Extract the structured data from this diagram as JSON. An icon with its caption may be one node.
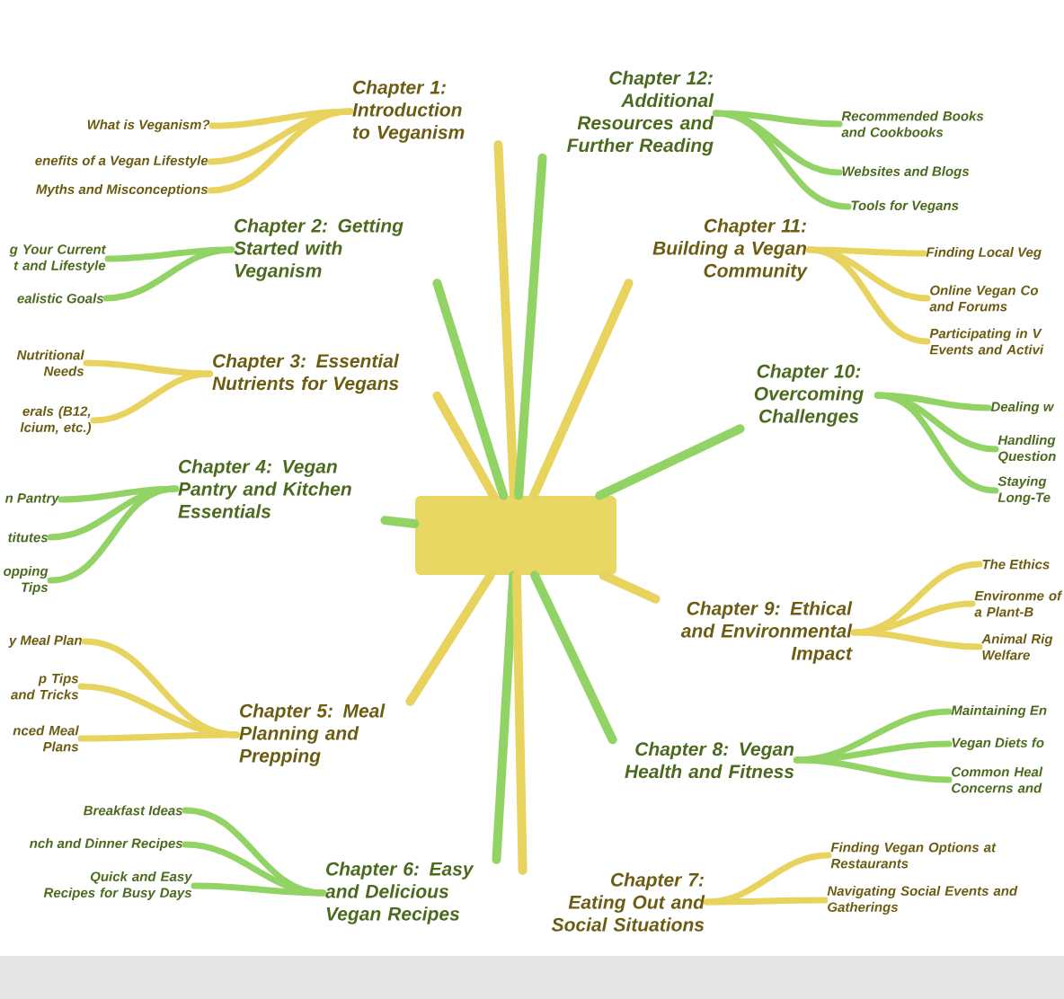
{
  "diagram": {
    "nodes": [
      {
        "text": [],
        "shape": "box"
      },
      {
        "text": [
          "Chapter 1: Introduction to Veganism"
        ]
      },
      {
        "text": [
          "What is Veganism?"
        ]
      },
      {
        "text": [
          "enefits of a Vegan Lifestyle"
        ]
      },
      {
        "text": [
          "Myths and Misconceptions"
        ]
      },
      {
        "text": [
          "Chapter 2: Getting Started with Veganism"
        ]
      },
      {
        "text": [
          "g Your Current t and Lifestyle"
        ]
      },
      {
        "text": [
          "ealistic Goals"
        ]
      },
      {
        "text": [
          "Chapter 3: Essential Nutrients for Vegans"
        ]
      },
      {
        "text": [
          "Nutritional Needs"
        ]
      },
      {
        "text": [
          "erals (B12, lcium, etc.)"
        ]
      },
      {
        "text": [
          "Chapter 4: Vegan Pantry and Kitchen Essentials"
        ]
      },
      {
        "text": [
          "n Pantry"
        ]
      },
      {
        "text": [
          "titutes"
        ]
      },
      {
        "text": [
          "opping Tips"
        ]
      },
      {
        "text": [
          "Chapter 5: Meal Planning and Prepping"
        ]
      },
      {
        "text": [
          "y Meal Plan"
        ]
      },
      {
        "text": [
          "p Tips and Tricks"
        ]
      },
      {
        "text": [
          "nced Meal Plans"
        ]
      },
      {
        "text": [
          "Chapter 6: Easy and Delicious Vegan Recipes"
        ]
      },
      {
        "text": [
          "Breakfast Ideas"
        ]
      },
      {
        "text": [
          "nch and Dinner Recipes"
        ]
      },
      {
        "text": [
          "Quick and Easy Recipes for Busy Days"
        ]
      },
      {
        "text": [
          "Chapter 7: Eating Out and Social Situations"
        ]
      },
      {
        "text": [
          "Finding Vegan Options at Restaurants"
        ]
      },
      {
        "text": [
          "Navigating Social Events and Gatherings"
        ]
      },
      {
        "text": [
          "Chapter 8: Vegan Health and Fitness"
        ]
      },
      {
        "text": [
          "Maintaining En"
        ]
      },
      {
        "text": [
          "Vegan Diets fo"
        ]
      },
      {
        "text": [
          "Common Heal Concerns and"
        ]
      },
      {
        "text": [
          "Chapter 9: Ethical and Environmental Impact"
        ]
      },
      {
        "text": [
          "The Ethics"
        ]
      },
      {
        "text": [
          "Environme of a Plant-B"
        ]
      },
      {
        "text": [
          "Animal Rig Welfare"
        ]
      },
      {
        "text": [
          "Chapter 10: Overcoming Challenges"
        ]
      },
      {
        "text": [
          "Dealing w"
        ]
      },
      {
        "text": [
          "Handling Question"
        ]
      },
      {
        "text": [
          "Staying Long-Te"
        ]
      },
      {
        "text": [
          "Chapter 11: Building a Vegan Community"
        ]
      },
      {
        "text": [
          "Finding Local Veg"
        ]
      },
      {
        "text": [
          "Online Vegan Co and Forums"
        ]
      },
      {
        "text": [
          "Participating in V Events and Activi"
        ]
      },
      {
        "text": [
          "Chapter 12: Additional Resources and Further Reading"
        ]
      },
      {
        "text": [
          "Recommended Books and Cookbooks"
        ]
      },
      {
        "text": [
          "Websites and Blogs"
        ]
      },
      {
        "text": [
          "Tools for Vegans"
        ]
      }
    ],
    "edges": [
      {
        "from": 0,
        "to": 1,
        "arrow": "none",
        "color": "#e8d35e"
      },
      {
        "from": 1,
        "to": 2,
        "arrow": "none",
        "color": "#e8d35e"
      },
      {
        "from": 1,
        "to": 3,
        "arrow": "none",
        "color": "#e8d35e"
      },
      {
        "from": 1,
        "to": 4,
        "arrow": "none",
        "color": "#e8d35e"
      },
      {
        "from": 0,
        "to": 5,
        "arrow": "none",
        "color": "#92d365"
      },
      {
        "from": 5,
        "to": 6,
        "arrow": "none",
        "color": "#92d365"
      },
      {
        "from": 5,
        "to": 7,
        "arrow": "none",
        "color": "#92d365"
      },
      {
        "from": 0,
        "to": 8,
        "arrow": "none",
        "color": "#e8d35e"
      },
      {
        "from": 8,
        "to": 9,
        "arrow": "none",
        "color": "#e8d35e"
      },
      {
        "from": 8,
        "to": 10,
        "arrow": "none",
        "color": "#e8d35e"
      },
      {
        "from": 0,
        "to": 11,
        "arrow": "none",
        "color": "#92d365"
      },
      {
        "from": 11,
        "to": 12,
        "arrow": "none",
        "color": "#92d365"
      },
      {
        "from": 11,
        "to": 13,
        "arrow": "none",
        "color": "#92d365"
      },
      {
        "from": 11,
        "to": 14,
        "arrow": "none",
        "color": "#92d365"
      },
      {
        "from": 0,
        "to": 15,
        "arrow": "none",
        "color": "#e8d35e"
      },
      {
        "from": 15,
        "to": 16,
        "arrow": "none",
        "color": "#e8d35e"
      },
      {
        "from": 15,
        "to": 17,
        "arrow": "none",
        "color": "#e8d35e"
      },
      {
        "from": 15,
        "to": 18,
        "arrow": "none",
        "color": "#e8d35e"
      },
      {
        "from": 0,
        "to": 19,
        "arrow": "none",
        "color": "#92d365"
      },
      {
        "from": 19,
        "to": 20,
        "arrow": "none",
        "color": "#92d365"
      },
      {
        "from": 19,
        "to": 21,
        "arrow": "none",
        "color": "#92d365"
      },
      {
        "from": 19,
        "to": 22,
        "arrow": "none",
        "color": "#92d365"
      },
      {
        "from": 0,
        "to": 23,
        "arrow": "none",
        "color": "#e8d35e"
      },
      {
        "from": 23,
        "to": 24,
        "arrow": "none",
        "color": "#e8d35e"
      },
      {
        "from": 23,
        "to": 25,
        "arrow": "none",
        "color": "#e8d35e"
      },
      {
        "from": 0,
        "to": 26,
        "arrow": "none",
        "color": "#92d365"
      },
      {
        "from": 26,
        "to": 27,
        "arrow": "none",
        "color": "#92d365"
      },
      {
        "from": 26,
        "to": 28,
        "arrow": "none",
        "color": "#92d365"
      },
      {
        "from": 26,
        "to": 29,
        "arrow": "none",
        "color": "#92d365"
      },
      {
        "from": 0,
        "to": 30,
        "arrow": "none",
        "color": "#e8d35e"
      },
      {
        "from": 30,
        "to": 31,
        "arrow": "none",
        "color": "#e8d35e"
      },
      {
        "from": 30,
        "to": 32,
        "arrow": "none",
        "color": "#e8d35e"
      },
      {
        "from": 30,
        "to": 33,
        "arrow": "none",
        "color": "#e8d35e"
      },
      {
        "from": 0,
        "to": 34,
        "arrow": "none",
        "color": "#92d365"
      },
      {
        "from": 34,
        "to": 35,
        "arrow": "none",
        "color": "#92d365"
      },
      {
        "from": 34,
        "to": 36,
        "arrow": "none",
        "color": "#92d365"
      },
      {
        "from": 34,
        "to": 37,
        "arrow": "none",
        "color": "#92d365"
      },
      {
        "from": 0,
        "to": 38,
        "arrow": "none",
        "color": "#e8d35e"
      },
      {
        "from": 38,
        "to": 39,
        "arrow": "none",
        "color": "#e8d35e"
      },
      {
        "from": 38,
        "to": 40,
        "arrow": "none",
        "color": "#e8d35e"
      },
      {
        "from": 38,
        "to": 41,
        "arrow": "none",
        "color": "#e8d35e"
      },
      {
        "from": 0,
        "to": 42,
        "arrow": "none",
        "color": "#92d365"
      },
      {
        "from": 42,
        "to": 43,
        "arrow": "none",
        "color": "#92d365"
      },
      {
        "from": 42,
        "to": 44,
        "arrow": "none",
        "color": "#92d365"
      },
      {
        "from": 42,
        "to": 45,
        "arrow": "none",
        "color": "#92d365"
      }
    ]
  }
}
